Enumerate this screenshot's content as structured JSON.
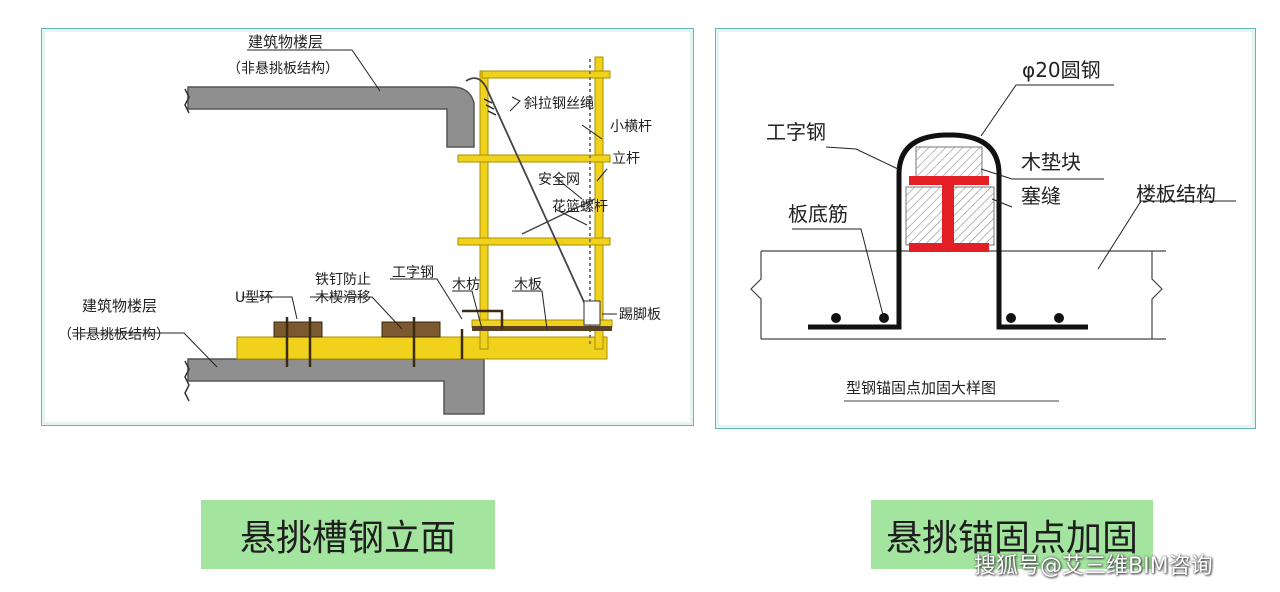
{
  "left_diagram": {
    "labels": {
      "floor_top": "建筑物楼层",
      "floor_top_sub": "（非悬挑板结构）",
      "diagonal_rope": "斜拉钢丝绳",
      "small_crossbar": "小横杆",
      "upright": "立杆",
      "safety_net": "安全网",
      "brace": "花篮螺杆",
      "iron_nail": "铁钉防止",
      "wood_slip": "木楔滑移",
      "i_beam": "工字钢",
      "u_ring": "U型环",
      "wood_block": "木枋",
      "wood_board": "木板",
      "toe_board": "踢脚板",
      "floor_bottom": "建筑物楼层",
      "floor_bottom_sub": "（非悬挑板结构）"
    }
  },
  "right_diagram": {
    "labels": {
      "round_steel": "φ20圆钢",
      "i_steel": "工字钢",
      "wood_pad": "木垫块",
      "gap_fill": "塞缝",
      "slab_structure": "楼板结构",
      "bottom_rebar": "板底筋",
      "title": "型钢锚固点加固大样图"
    }
  },
  "captions": {
    "left": "悬挑槽钢立面",
    "right": "悬挑锚固点加固"
  },
  "watermark": "搜狐号@艾三维BIM咨询",
  "colors": {
    "panel_border": "#5fb8b2",
    "caption_bg": "#a3e49f",
    "scaffold_yellow": "#f0d21c",
    "i_beam_red": "#e31e24",
    "concrete": "#8c8c8c"
  }
}
